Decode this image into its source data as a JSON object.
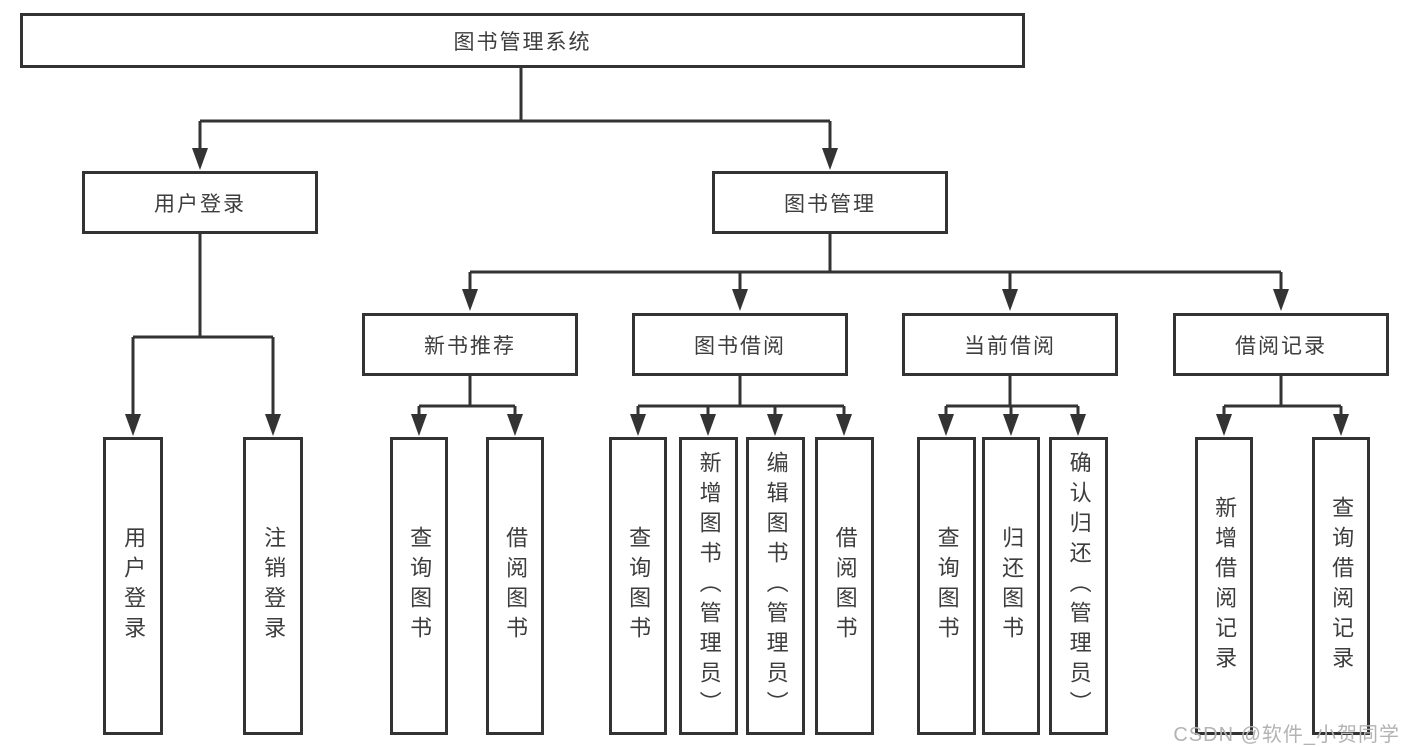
{
  "colors": {
    "line": "#333333",
    "text": "#3d3d3d",
    "background": "#ffffff"
  },
  "tree": {
    "root": {
      "label": "图书管理系统"
    },
    "branches": [
      {
        "label": "用户登录",
        "children": [
          {
            "label": "用户登录"
          },
          {
            "label": "注销登录"
          }
        ]
      },
      {
        "label": "图书管理",
        "children": [
          {
            "label": "新书推荐",
            "children": [
              {
                "label": "查询图书"
              },
              {
                "label": "借阅图书"
              }
            ]
          },
          {
            "label": "图书借阅",
            "children": [
              {
                "label": "查询图书"
              },
              {
                "label": "新增图书（管理员）"
              },
              {
                "label": "编辑图书（管理员）"
              },
              {
                "label": "借阅图书"
              }
            ]
          },
          {
            "label": "当前借阅",
            "children": [
              {
                "label": "查询图书"
              },
              {
                "label": "归还图书"
              },
              {
                "label": "确认归还（管理员）"
              }
            ]
          },
          {
            "label": "借阅记录",
            "children": [
              {
                "label": "新增借阅记录"
              },
              {
                "label": "查询借阅记录"
              }
            ]
          }
        ]
      }
    ]
  },
  "watermark": {
    "text": "CSDN @软件_小贺同学",
    "color": "#b3b3b3"
  }
}
